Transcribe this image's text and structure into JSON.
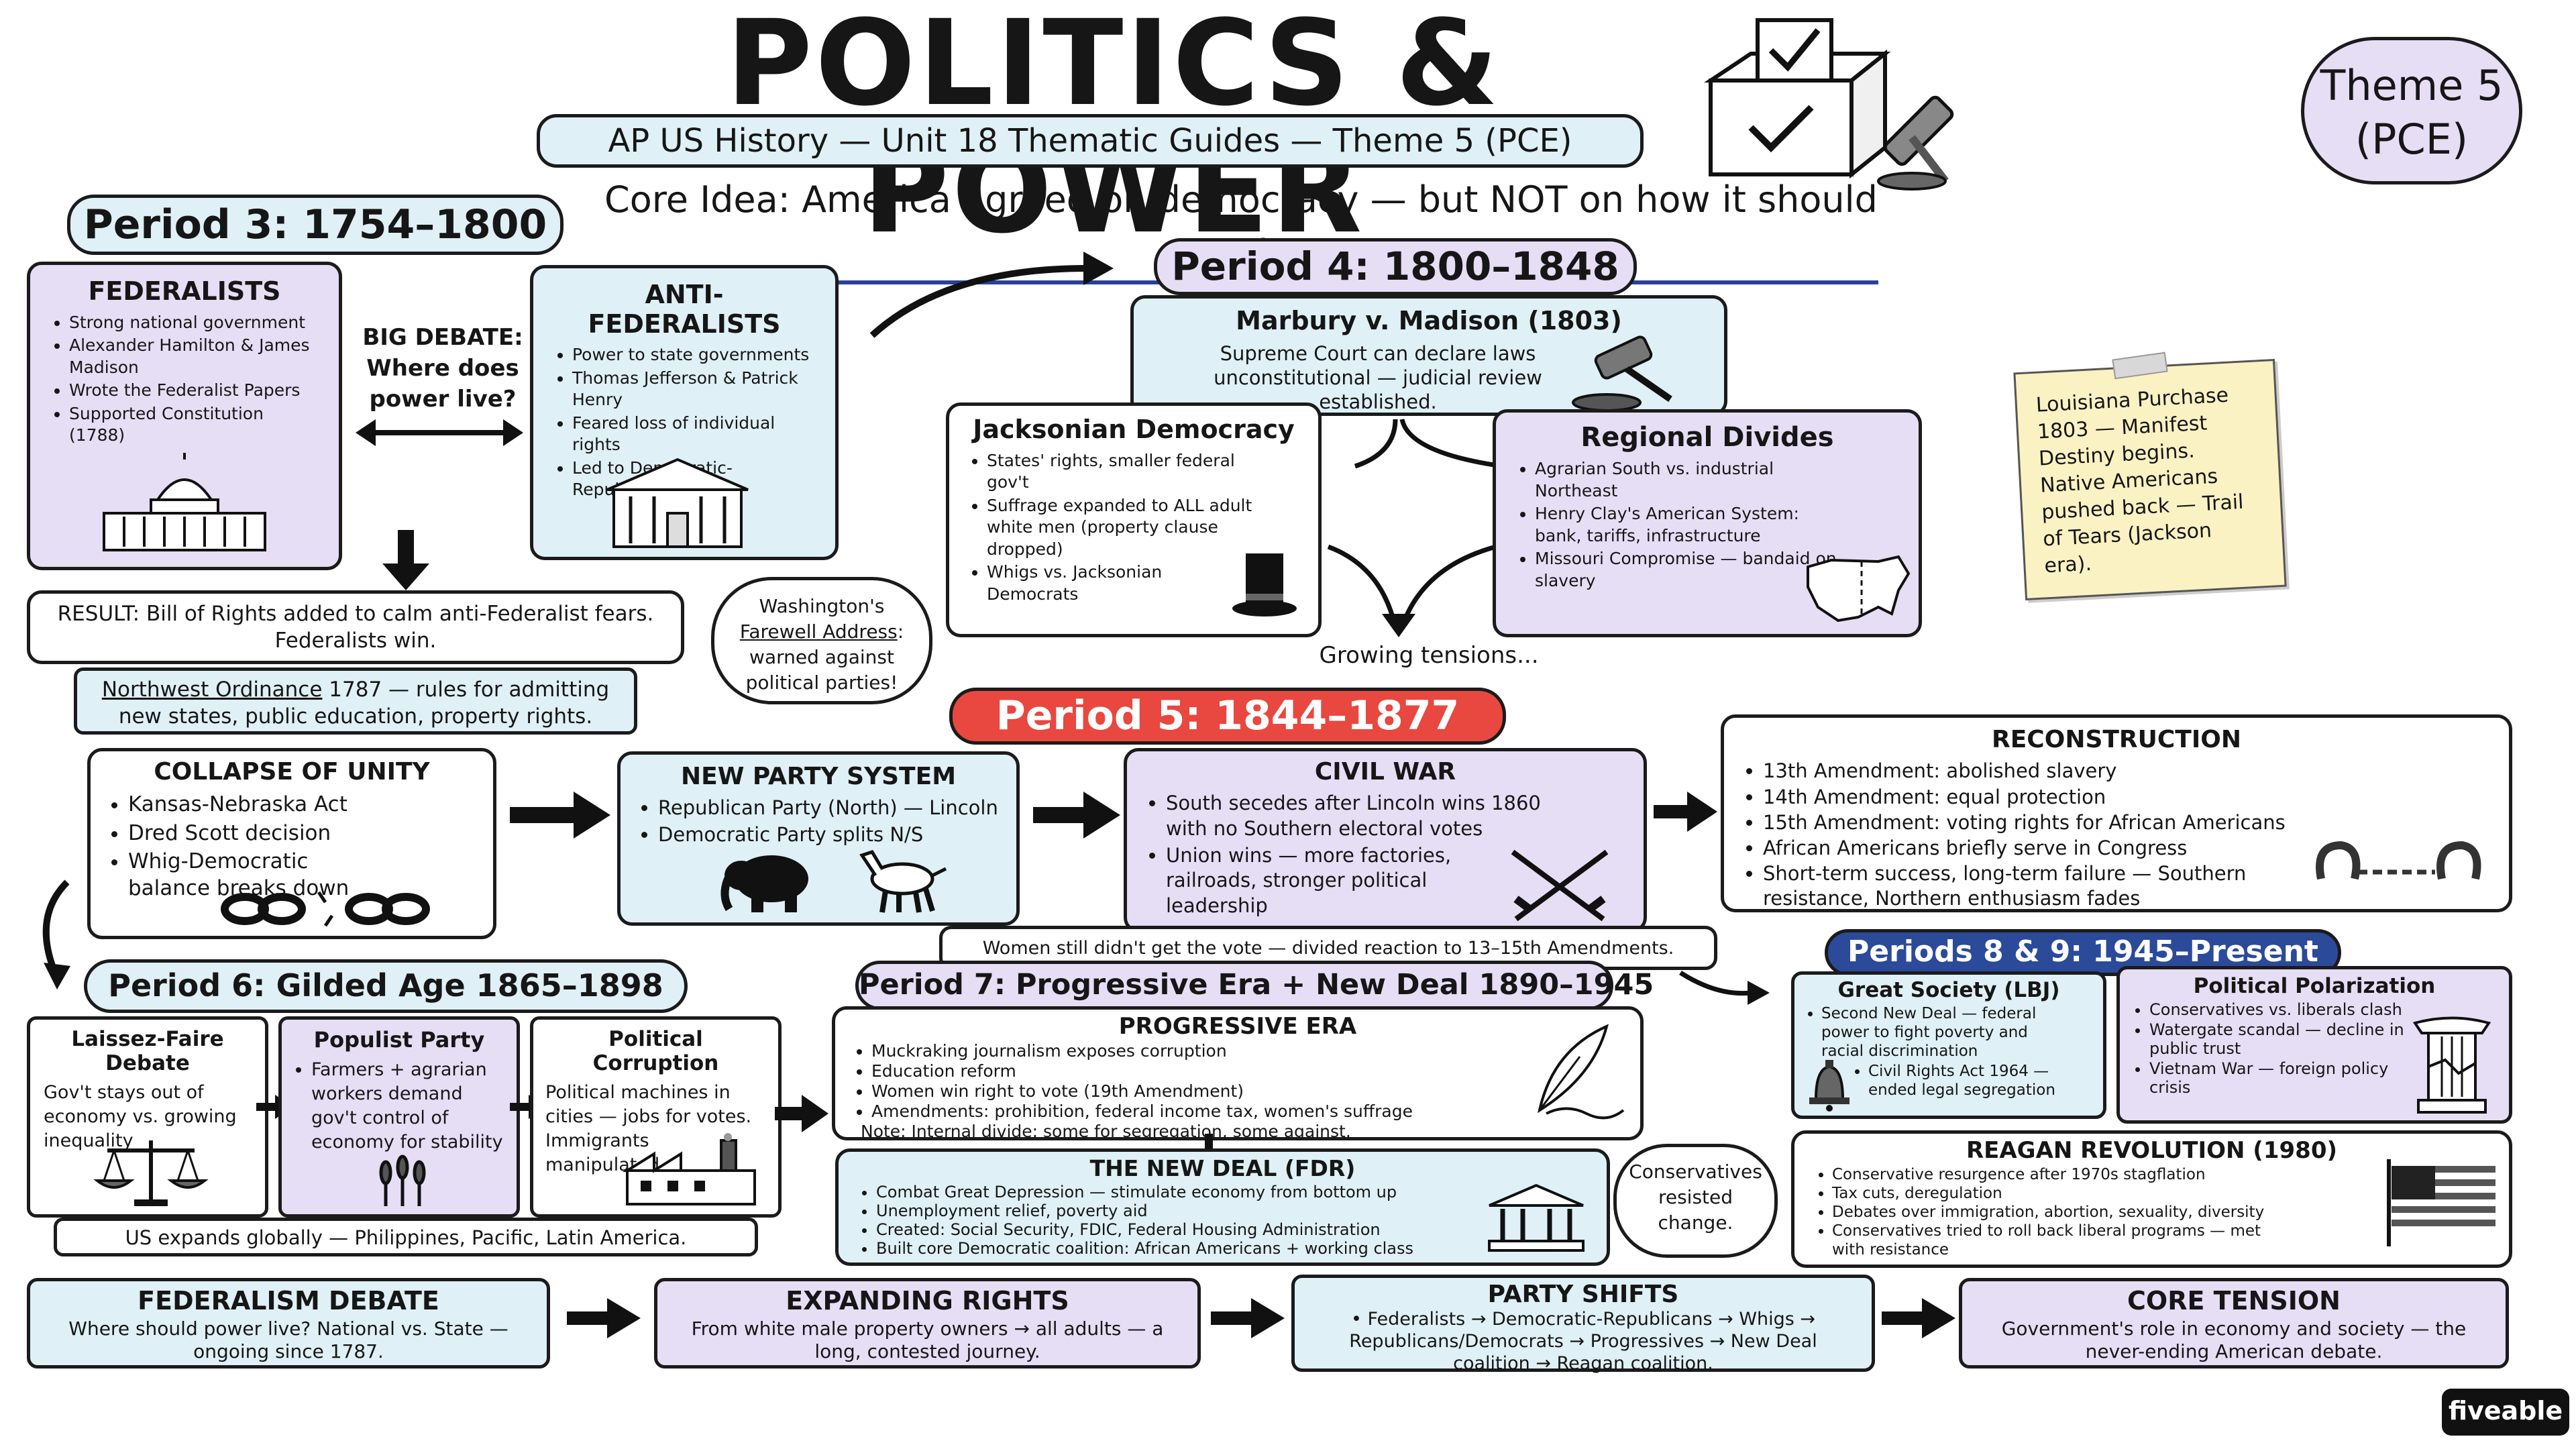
{
  "header": {
    "title": "POLITICS & POWER",
    "subtitle": "AP US History — Unit 18 Thematic Guides — Theme 5 (PCE)",
    "core_idea": "Core Idea: America agreed on democracy — but NOT on how it should work.",
    "theme_badge_line1": "Theme 5",
    "theme_badge_line2": "(PCE)"
  },
  "period3": {
    "banner": "Period 3: 1754–1800",
    "federalists": {
      "title": "FEDERALISTS",
      "items": [
        "Strong national government",
        "Alexander Hamilton & James Madison",
        "Wrote the Federalist Papers",
        "Supported Constitution (1788)"
      ]
    },
    "big_debate": "BIG DEBATE: Where does power live?",
    "anti_federalists": {
      "title": "ANTI-FEDERALISTS",
      "items": [
        "Power to state governments",
        "Thomas Jefferson & Patrick Henry",
        "Feared loss of individual rights",
        "Led to Democratic-Republicans"
      ]
    },
    "result": "RESULT: Bill of Rights added to calm anti-Federalist fears. Federalists win.",
    "washington": "Washington's Farewell Address: warned against political parties!",
    "washington_link": "Farewell Address",
    "northwest_link": "Northwest Ordinance",
    "northwest_rest": " 1787 — rules for admitting new states, public education, property rights."
  },
  "period4": {
    "banner": "Period 4:  1800–1848",
    "marbury": {
      "title": "Marbury v. Madison (1803)",
      "text": "Supreme Court can declare laws unconstitutional — judicial review established."
    },
    "jacksonian": {
      "title": "Jacksonian Democracy",
      "items": [
        "States' rights, smaller federal gov't",
        "Suffrage expanded to ALL adult white men (property clause dropped)",
        "Whigs vs. Jacksonian Democrats"
      ]
    },
    "regional": {
      "title": "Regional Divides",
      "items": [
        "Agrarian South vs. industrial Northeast",
        "Henry Clay's American System: bank, tariffs, infrastructure",
        "Missouri Compromise — bandaid on slavery"
      ]
    },
    "growing": "Growing tensions...",
    "louisiana": "Louisiana Purchase 1803 — Manifest Destiny begins. Native Americans pushed back — Trail of Tears (Jackson era)."
  },
  "period5": {
    "banner": "Period 5:  1844–1877",
    "collapse": {
      "title": "COLLAPSE OF UNITY",
      "items": [
        "Kansas-Nebraska Act",
        "Dred Scott decision",
        "Whig-Democratic balance breaks down"
      ]
    },
    "new_party": {
      "title": "NEW PARTY SYSTEM",
      "items": [
        "Republican Party (North) — Lincoln",
        "Democratic Party splits N/S"
      ]
    },
    "civil_war": {
      "title": "CIVIL WAR",
      "items": [
        "South secedes after Lincoln wins 1860 with no Southern electoral votes",
        "Union wins — more factories, railroads, stronger political leadership"
      ]
    },
    "reconstruction": {
      "title": "RECONSTRUCTION",
      "items": [
        "13th Amendment: abolished slavery",
        "14th Amendment: equal protection",
        "15th Amendment: voting rights for African Americans",
        "African Americans briefly serve in Congress",
        "Short-term success, long-term failure — Southern resistance, Northern enthusiasm fades"
      ]
    },
    "women_note": "Women still didn't get the vote — divided reaction to 13–15th Amendments."
  },
  "period6": {
    "banner": "Period 6:  Gilded Age 1865–1898",
    "laissez": {
      "title": "Laissez-Faire Debate",
      "text": "Gov't stays out of economy vs. growing inequality"
    },
    "populist": {
      "title": "Populist Party",
      "items": [
        "Farmers + agrarian workers demand gov't control of economy for stability"
      ]
    },
    "corruption": {
      "title": "Political Corruption",
      "text": "Political machines in cities — jobs for votes. Immigrants manipulated."
    },
    "expands": "US expands globally — Philippines, Pacific, Latin America."
  },
  "period7": {
    "banner": "Period 7:  Progressive Era + New Deal 1890–1945",
    "progressive": {
      "title": "PROGRESSIVE ERA",
      "items": [
        "Muckraking journalism exposes corruption",
        "Education reform",
        "Women win right to vote (19th Amendment)",
        "Amendments: prohibition, federal income tax, women's suffrage"
      ],
      "note": "Note: Internal divide: some for segregation, some against."
    },
    "new_deal": {
      "title": "THE NEW DEAL (FDR)",
      "items": [
        "Combat Great Depression — stimulate economy from bottom up",
        "Unemployment relief, poverty aid",
        "Created: Social Security, FDIC, Federal Housing Administration",
        "Built core Democratic coalition: African Americans + working class"
      ]
    },
    "conservatives": "Conservatives resisted change."
  },
  "period89": {
    "banner": "Periods 8 & 9: 1945–Present",
    "great_society": {
      "title": "Great Society (LBJ)",
      "items": [
        "Second New Deal — federal power to fight poverty and racial discrimination",
        "Civil Rights Act 1964 — ended legal segregation"
      ]
    },
    "polarization": {
      "title": "Political Polarization",
      "items": [
        "Conservatives vs. liberals clash",
        "Watergate scandal — decline in public trust",
        "Vietnam War — foreign policy crisis"
      ]
    },
    "reagan": {
      "title": "REAGAN REVOLUTION (1980)",
      "items": [
        "Conservative resurgence after 1970s stagflation",
        "Tax cuts, deregulation",
        "Debates over immigration, abortion, sexuality, diversity",
        "Conservatives tried to roll back liberal programs — met with resistance"
      ]
    }
  },
  "summary": {
    "federalism": {
      "title": "FEDERALISM DEBATE",
      "text": "Where should power live? National vs. State — ongoing since 1787."
    },
    "rights": {
      "title": "EXPANDING RIGHTS",
      "text": "From white male property owners → all adults — a long, contested journey."
    },
    "party": {
      "title": "PARTY SHIFTS",
      "text": "• Federalists → Democratic-Republicans → Whigs → Republicans/Democrats → Progressives → New Deal coalition → Reagan coalition."
    },
    "core": {
      "title": "CORE TENSION",
      "text": "Government's role in economy and society — the never-ending American debate."
    }
  },
  "brand": "fiveable",
  "colors": {
    "purple": "#e6def5",
    "blue": "#dff0f6",
    "red_banner": "#e8483f",
    "navy_banner": "#2b4a9a",
    "cream_note": "#fbf2c3"
  }
}
